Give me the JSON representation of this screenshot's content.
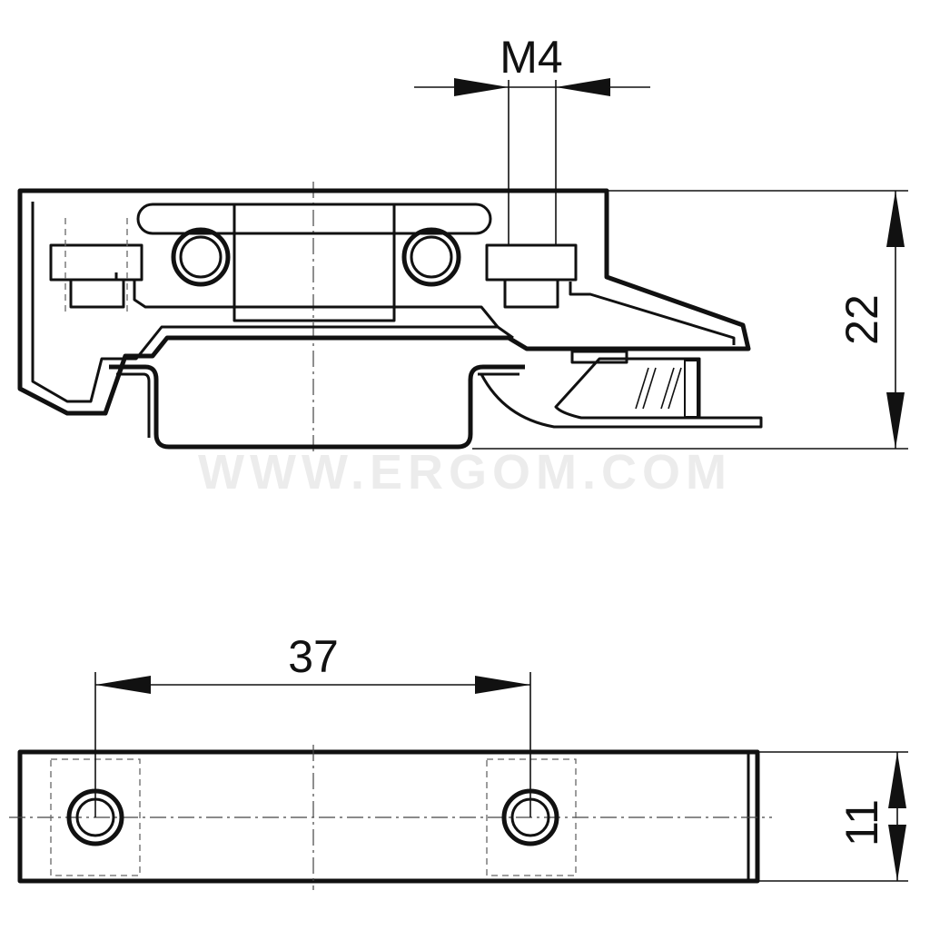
{
  "drawing": {
    "watermark": "WWW.ERGOM.COM",
    "dimensions": {
      "thread": "M4",
      "height": "22",
      "hole_spacing": "37",
      "width": "11"
    }
  }
}
